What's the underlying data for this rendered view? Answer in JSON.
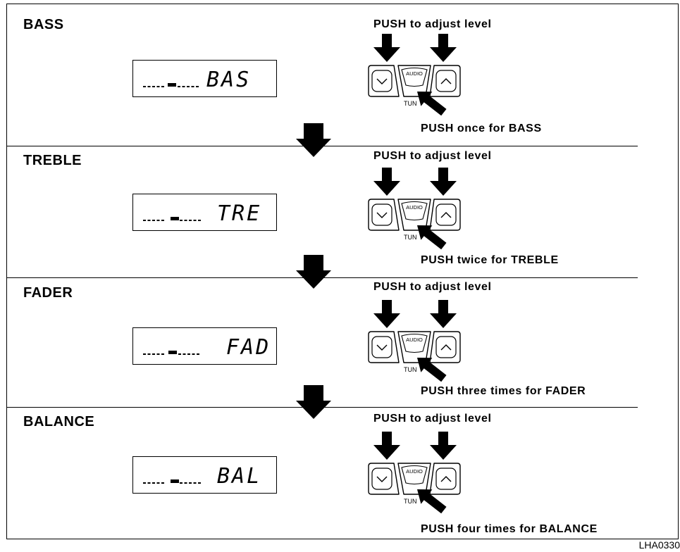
{
  "sections": [
    {
      "title": "BASS",
      "adjust_hint": "PUSH to adjust level",
      "display_text": "BAS",
      "instruction": "PUSH once for BASS"
    },
    {
      "title": "TREBLE",
      "adjust_hint": "PUSH to adjust level",
      "display_text": "TRE",
      "instruction": "PUSH twice for TREBLE"
    },
    {
      "title": "FADER",
      "adjust_hint": "PUSH to adjust level",
      "display_text": "FAD",
      "instruction": "PUSH three times for FADER"
    },
    {
      "title": "BALANCE",
      "adjust_hint": "PUSH to adjust level",
      "display_text": "BAL",
      "instruction": "PUSH four times for BALANCE"
    }
  ],
  "buttons": {
    "audio_label": "AUDIO",
    "tune_label": "TUN"
  },
  "figure": {
    "id_label": "LHA0330"
  },
  "icons": {
    "adjust_arrow": "arrow-down-icon",
    "press_arrow": "arrow-diagonal-icon",
    "step_arrow": "arrow-down-icon",
    "down_button": "chevron-down-icon",
    "up_button": "chevron-up-icon"
  },
  "colors": {
    "ink": "#000000",
    "background": "#ffffff"
  }
}
